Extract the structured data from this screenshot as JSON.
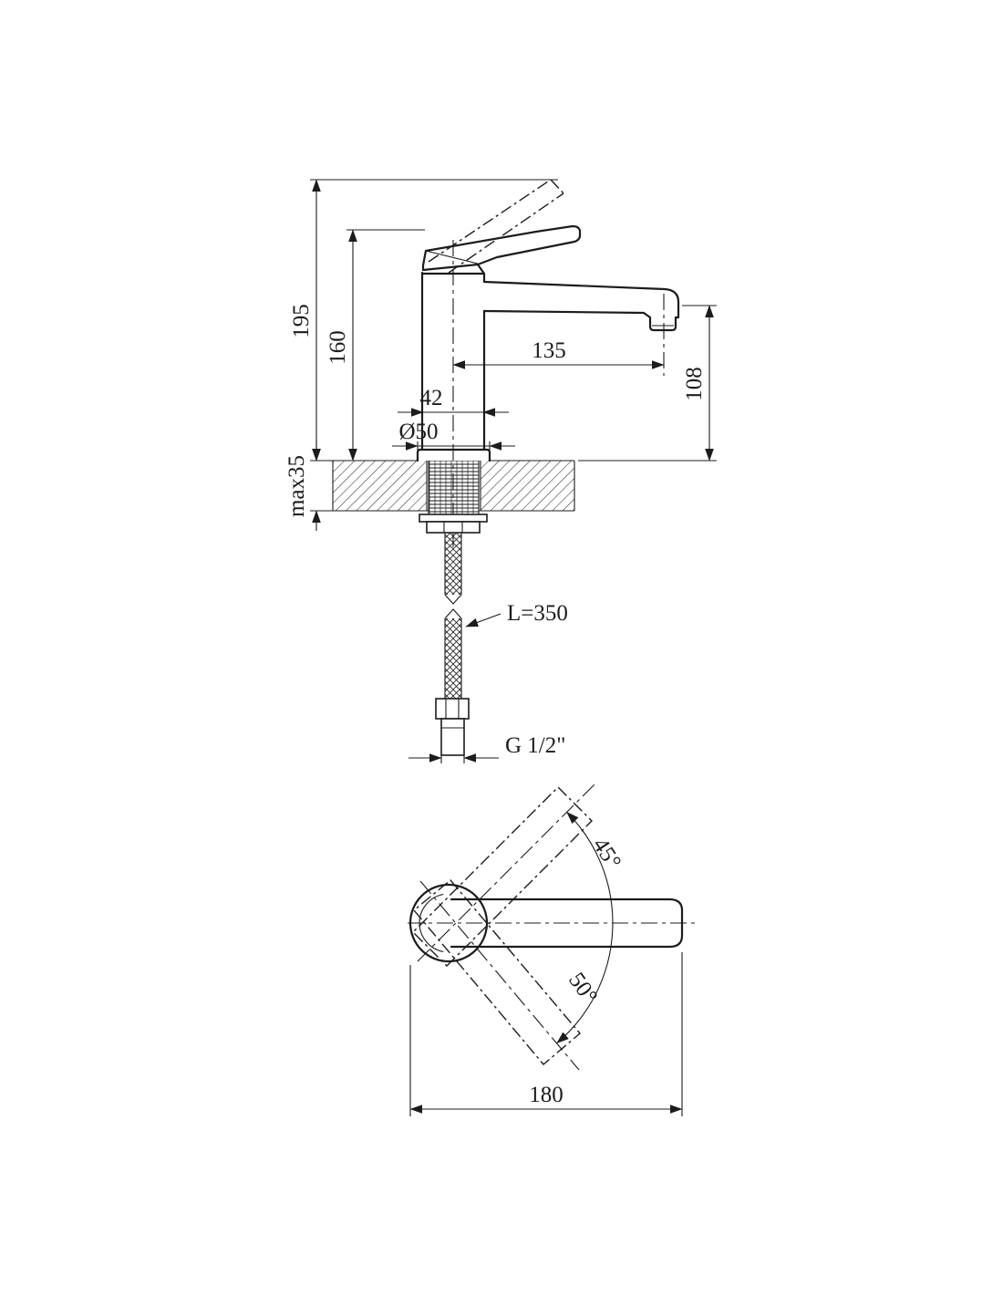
{
  "page": {
    "background": "#ffffff",
    "ink": "#1c1c1c",
    "description": "Technical dimension drawing of a single-lever basin faucet, side view and top view"
  },
  "side_view": {
    "dim_height_total": "195",
    "dim_height_body": "160",
    "dim_spout_reach": "135",
    "dim_spout_height": "108",
    "dim_body_width": "42",
    "dim_base_diameter": "Ø50",
    "dim_counter_thickness": "max35",
    "dim_hose_length": "L=350",
    "dim_thread": "G 1/2\""
  },
  "top_view": {
    "dim_angle_up": "45°",
    "dim_angle_down": "50°",
    "dim_length": "180"
  }
}
